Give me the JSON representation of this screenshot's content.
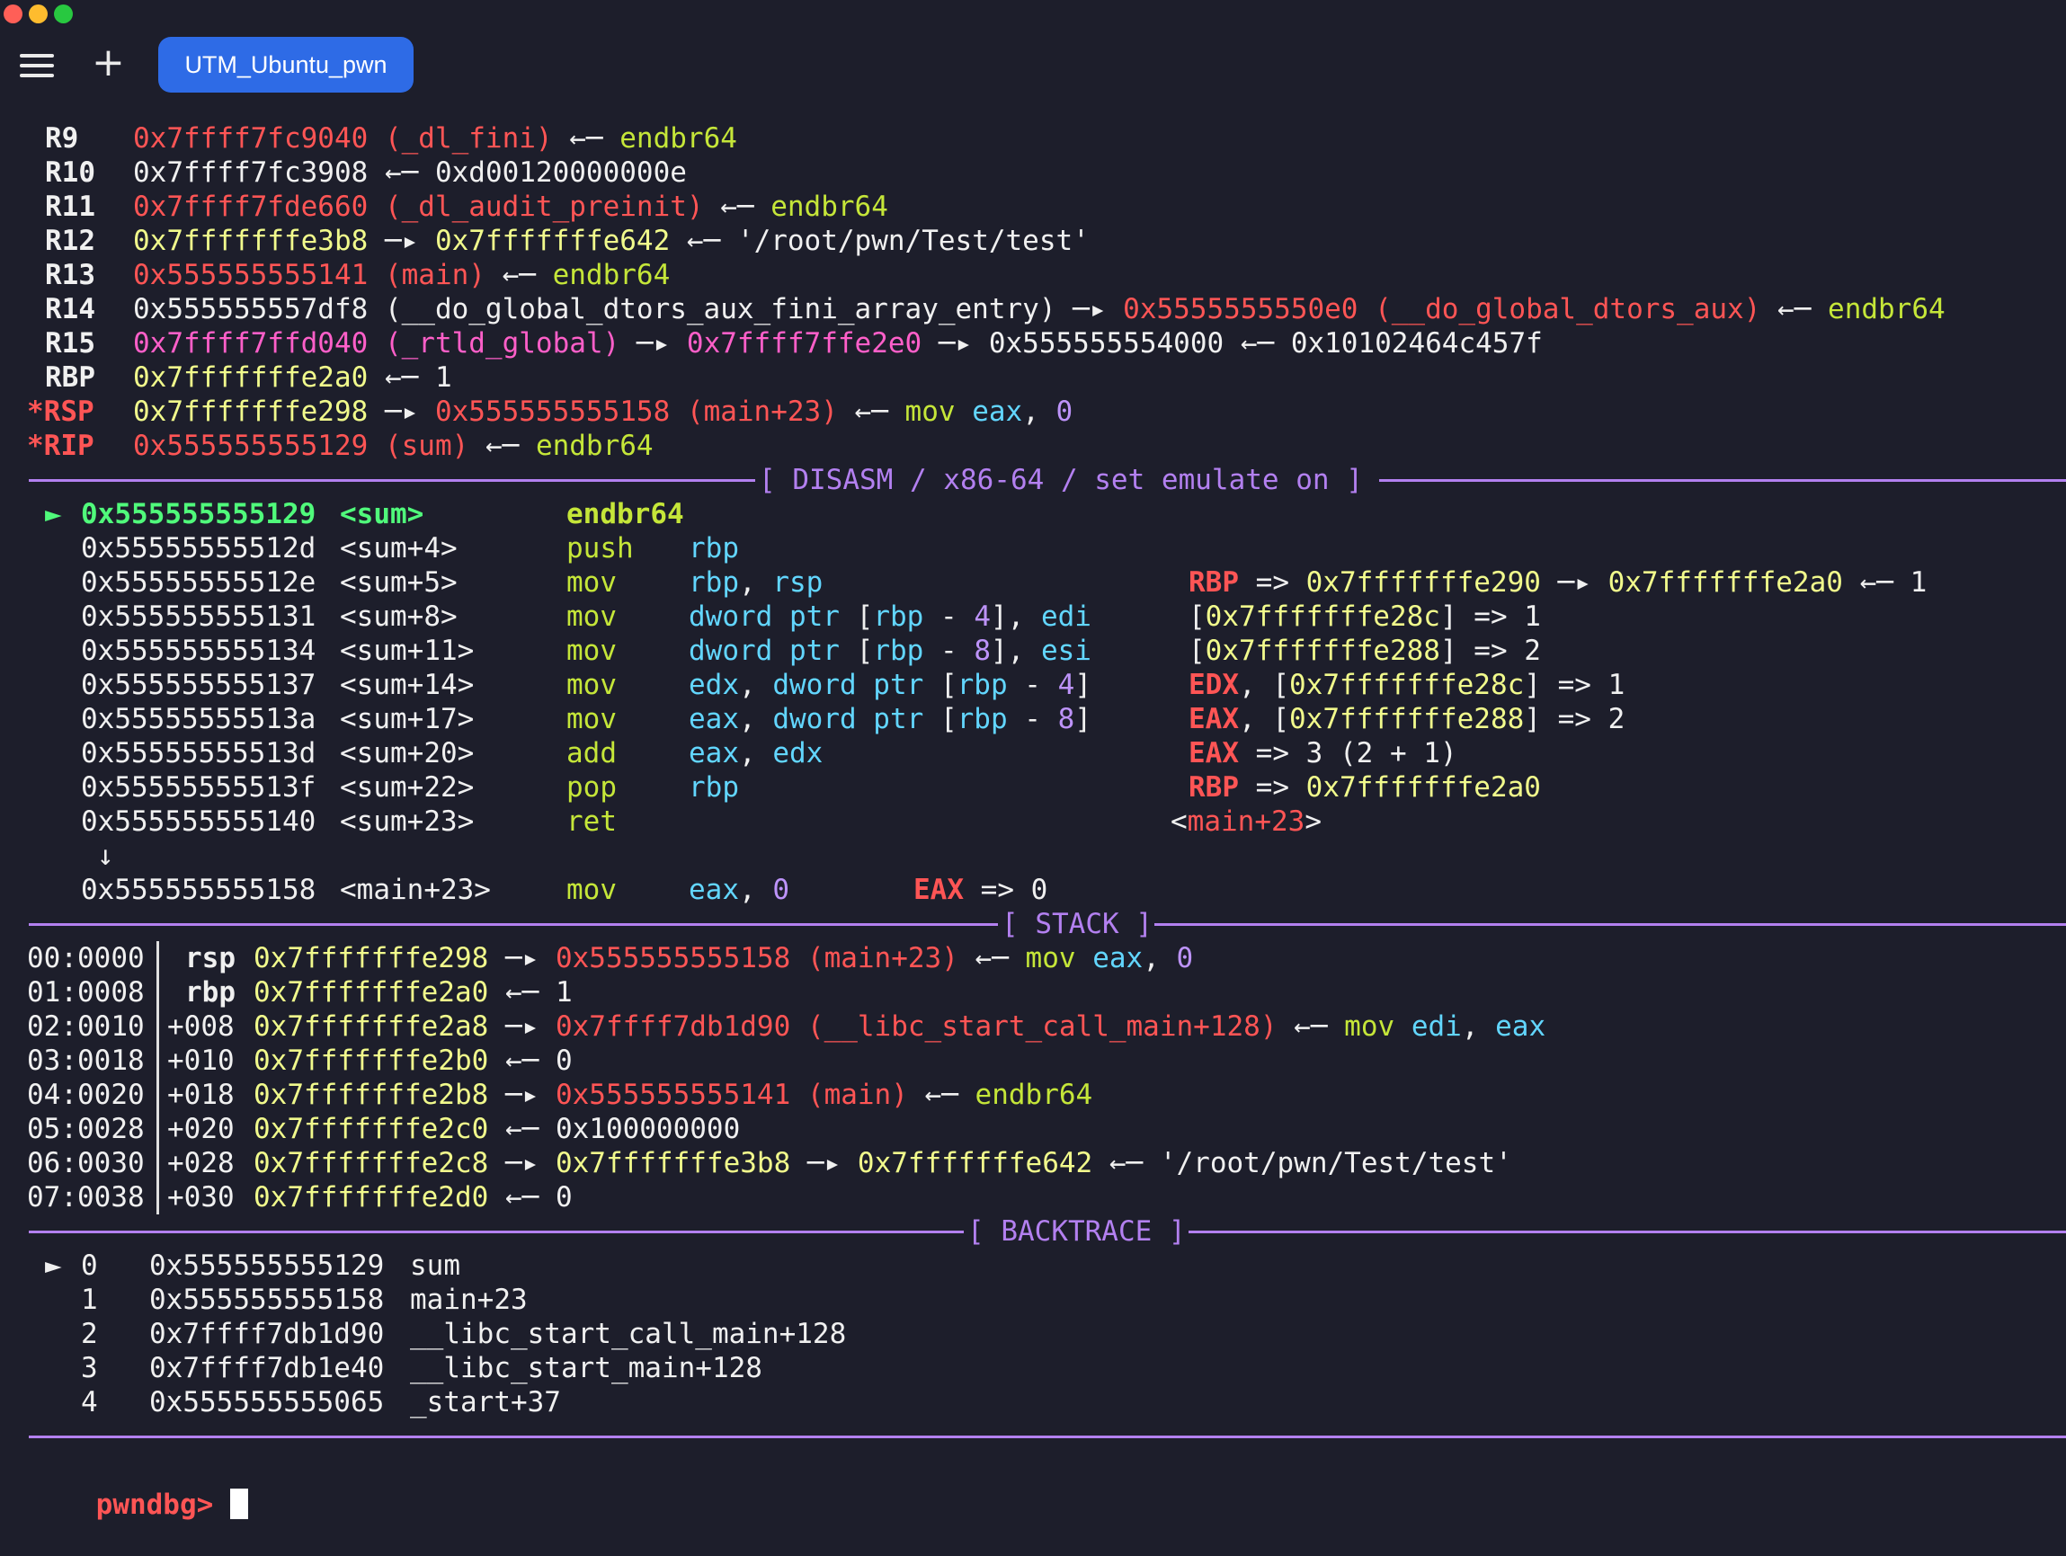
{
  "window": {
    "traffic_lights": [
      "#ff5f57",
      "#febc2e",
      "#28c840"
    ],
    "menu_icon": "hamburger-icon",
    "new_tab_icon": "plus-icon",
    "tab_label": "UTM_Ubuntu_pwn"
  },
  "registers": [
    {
      "name": "R9",
      "mark": false,
      "segs": [
        [
          "0x7ffff7fc9040 (_dl_fini)",
          "r"
        ],
        [
          " ←─ ",
          "w"
        ],
        [
          "endbr64",
          "yg"
        ]
      ]
    },
    {
      "name": "R10",
      "mark": false,
      "segs": [
        [
          "0x7ffff7fc3908",
          "w"
        ],
        [
          " ←─ ",
          "w"
        ],
        [
          "0xd00120000000e",
          "w"
        ]
      ]
    },
    {
      "name": "R11",
      "mark": false,
      "segs": [
        [
          "0x7ffff7fde660 (_dl_audit_preinit)",
          "r"
        ],
        [
          " ←─ ",
          "w"
        ],
        [
          "endbr64",
          "yg"
        ]
      ]
    },
    {
      "name": "R12",
      "mark": false,
      "segs": [
        [
          "0x7fffffffe3b8",
          "y"
        ],
        [
          " ─▸ ",
          "w"
        ],
        [
          "0x7fffffffe642",
          "y"
        ],
        [
          " ←─ ",
          "w"
        ],
        [
          "'/root/pwn/Test/test'",
          "w"
        ]
      ]
    },
    {
      "name": "R13",
      "mark": false,
      "segs": [
        [
          "0x555555555141 (main)",
          "r"
        ],
        [
          " ←─ ",
          "w"
        ],
        [
          "endbr64",
          "yg"
        ]
      ]
    },
    {
      "name": "R14",
      "mark": false,
      "segs": [
        [
          "0x555555557df8 (__do_global_dtors_aux_fini_array_entry)",
          "w"
        ],
        [
          " ─▸ ",
          "w"
        ],
        [
          "0x5555555550e0 (__do_global_dtors_aux)",
          "r"
        ],
        [
          " ←─ ",
          "w"
        ],
        [
          "endbr64",
          "yg"
        ]
      ]
    },
    {
      "name": "R15",
      "mark": false,
      "segs": [
        [
          "0x7ffff7ffd040 (_rtld_global)",
          "pk"
        ],
        [
          " ─▸ ",
          "w"
        ],
        [
          "0x7ffff7ffe2e0",
          "pk"
        ],
        [
          " ─▸ ",
          "w"
        ],
        [
          "0x555555554000",
          "w"
        ],
        [
          " ←─ ",
          "w"
        ],
        [
          "0x10102464c457f",
          "w"
        ]
      ]
    },
    {
      "name": "RBP",
      "mark": false,
      "segs": [
        [
          "0x7fffffffe2a0",
          "y"
        ],
        [
          " ←─ ",
          "w"
        ],
        [
          "1",
          "w"
        ]
      ]
    },
    {
      "name": "*RSP",
      "mark": true,
      "segs": [
        [
          "0x7fffffffe298",
          "y"
        ],
        [
          " ─▸ ",
          "w"
        ],
        [
          "0x555555555158 (main+23)",
          "r"
        ],
        [
          " ←─ ",
          "w"
        ],
        [
          "mov ",
          "yg"
        ],
        [
          "eax",
          "c"
        ],
        [
          ", ",
          "w"
        ],
        [
          "0",
          "p"
        ]
      ]
    },
    {
      "name": "*RIP",
      "mark": true,
      "segs": [
        [
          "0x555555555129 (sum)",
          "r"
        ],
        [
          " ←─ ",
          "w"
        ],
        [
          "endbr64",
          "yg"
        ]
      ]
    }
  ],
  "disasm_header": "[ DISASM / x86-64 / set emulate on ]",
  "disasm": [
    {
      "arrow": "►",
      "addr": "0x555555555129",
      "sym": "<sum>",
      "mnem": "endbr64",
      "current": true,
      "ops": [],
      "note": []
    },
    {
      "arrow": "",
      "addr": "0x55555555512d",
      "sym": "<sum+4>",
      "mnem": "push",
      "ops": [
        [
          "rbp",
          "c"
        ]
      ],
      "note": []
    },
    {
      "arrow": "",
      "addr": "0x55555555512e",
      "sym": "<sum+5>",
      "mnem": "mov",
      "ops": [
        [
          "rbp",
          "c"
        ],
        [
          ", ",
          "w"
        ],
        [
          "rsp",
          "c"
        ]
      ],
      "note": [
        [
          "RBP",
          "rb"
        ],
        [
          " => ",
          "w"
        ],
        [
          "0x7fffffffe290",
          "y"
        ],
        [
          " ─▸ ",
          "w"
        ],
        [
          "0x7fffffffe2a0",
          "y"
        ],
        [
          " ←─ ",
          "w"
        ],
        [
          "1",
          "w"
        ]
      ]
    },
    {
      "arrow": "",
      "addr": "0x555555555131",
      "sym": "<sum+8>",
      "mnem": "mov",
      "ops": [
        [
          "dword ptr ",
          "c"
        ],
        [
          "[",
          "w"
        ],
        [
          "rbp",
          "c"
        ],
        [
          " - ",
          "w"
        ],
        [
          "4",
          "p"
        ],
        [
          "], ",
          "w"
        ],
        [
          "edi",
          "c"
        ]
      ],
      "note": [
        [
          "[",
          "w"
        ],
        [
          "0x7fffffffe28c",
          "y"
        ],
        [
          "] => 1",
          "w"
        ]
      ]
    },
    {
      "arrow": "",
      "addr": "0x555555555134",
      "sym": "<sum+11>",
      "mnem": "mov",
      "ops": [
        [
          "dword ptr ",
          "c"
        ],
        [
          "[",
          "w"
        ],
        [
          "rbp",
          "c"
        ],
        [
          " - ",
          "w"
        ],
        [
          "8",
          "p"
        ],
        [
          "], ",
          "w"
        ],
        [
          "esi",
          "c"
        ]
      ],
      "note": [
        [
          "[",
          "w"
        ],
        [
          "0x7fffffffe288",
          "y"
        ],
        [
          "] => 2",
          "w"
        ]
      ]
    },
    {
      "arrow": "",
      "addr": "0x555555555137",
      "sym": "<sum+14>",
      "mnem": "mov",
      "ops": [
        [
          "edx",
          "c"
        ],
        [
          ", ",
          "w"
        ],
        [
          "dword ptr ",
          "c"
        ],
        [
          "[",
          "w"
        ],
        [
          "rbp",
          "c"
        ],
        [
          " - ",
          "w"
        ],
        [
          "4",
          "p"
        ],
        [
          "]",
          "w"
        ]
      ],
      "note": [
        [
          "EDX",
          "rb"
        ],
        [
          ", [",
          "w"
        ],
        [
          "0x7fffffffe28c",
          "y"
        ],
        [
          "] => 1",
          "w"
        ]
      ]
    },
    {
      "arrow": "",
      "addr": "0x55555555513a",
      "sym": "<sum+17>",
      "mnem": "mov",
      "ops": [
        [
          "eax",
          "c"
        ],
        [
          ", ",
          "w"
        ],
        [
          "dword ptr ",
          "c"
        ],
        [
          "[",
          "w"
        ],
        [
          "rbp",
          "c"
        ],
        [
          " - ",
          "w"
        ],
        [
          "8",
          "p"
        ],
        [
          "]",
          "w"
        ]
      ],
      "note": [
        [
          "EAX",
          "rb"
        ],
        [
          ", [",
          "w"
        ],
        [
          "0x7fffffffe288",
          "y"
        ],
        [
          "] => 2",
          "w"
        ]
      ]
    },
    {
      "arrow": "",
      "addr": "0x55555555513d",
      "sym": "<sum+20>",
      "mnem": "add",
      "ops": [
        [
          "eax",
          "c"
        ],
        [
          ", ",
          "w"
        ],
        [
          "edx",
          "c"
        ]
      ],
      "note": [
        [
          "EAX",
          "rb"
        ],
        [
          " => 3 (2 + 1)",
          "w"
        ]
      ]
    },
    {
      "arrow": "",
      "addr": "0x55555555513f",
      "sym": "<sum+22>",
      "mnem": "pop",
      "ops": [
        [
          "rbp",
          "c"
        ]
      ],
      "note": [
        [
          "RBP",
          "rb"
        ],
        [
          " => ",
          "w"
        ],
        [
          "0x7fffffffe2a0",
          "y"
        ]
      ]
    },
    {
      "arrow": "",
      "addr": "0x555555555140",
      "sym": "<sum+23>",
      "mnem": "ret",
      "ops": [],
      "note": [
        [
          "<",
          "w"
        ],
        [
          "main+23",
          "r"
        ],
        [
          ">",
          "w"
        ]
      ],
      "note_shift": true
    },
    {
      "arrow": "↓",
      "addr": "",
      "sym": "",
      "mnem": "",
      "ops": [],
      "note": [],
      "jump": true
    },
    {
      "arrow": "",
      "addr": "0x555555555158",
      "sym": "<main+23>",
      "mnem": "mov",
      "ops": [
        [
          "eax",
          "c"
        ],
        [
          ", ",
          "w"
        ],
        [
          "0",
          "p"
        ]
      ],
      "note": [
        [
          "EAX",
          "rb"
        ],
        [
          " => 0",
          "w"
        ]
      ],
      "note_near": true
    }
  ],
  "stack_header": "[ STACK ]",
  "stack": [
    {
      "idx": "00:0000",
      "reg": "rsp",
      "segs": [
        [
          "0x7fffffffe298",
          "y"
        ],
        [
          " ─▸ ",
          "w"
        ],
        [
          "0x555555555158 (main+23)",
          "r"
        ],
        [
          " ←─ ",
          "w"
        ],
        [
          "mov ",
          "yg"
        ],
        [
          "eax",
          "c"
        ],
        [
          ", ",
          "w"
        ],
        [
          "0",
          "p"
        ]
      ]
    },
    {
      "idx": "01:0008",
      "reg": "rbp",
      "segs": [
        [
          "0x7fffffffe2a0",
          "y"
        ],
        [
          " ←─ ",
          "w"
        ],
        [
          "1",
          "w"
        ]
      ]
    },
    {
      "idx": "02:0010",
      "reg": "+008",
      "segs": [
        [
          "0x7fffffffe2a8",
          "y"
        ],
        [
          " ─▸ ",
          "w"
        ],
        [
          "0x7ffff7db1d90 (__libc_start_call_main+128)",
          "r"
        ],
        [
          " ←─ ",
          "w"
        ],
        [
          "mov ",
          "yg"
        ],
        [
          "edi",
          "c"
        ],
        [
          ", ",
          "w"
        ],
        [
          "eax",
          "c"
        ]
      ]
    },
    {
      "idx": "03:0018",
      "reg": "+010",
      "segs": [
        [
          "0x7fffffffe2b0",
          "y"
        ],
        [
          " ←─ ",
          "w"
        ],
        [
          "0",
          "w"
        ]
      ]
    },
    {
      "idx": "04:0020",
      "reg": "+018",
      "segs": [
        [
          "0x7fffffffe2b8",
          "y"
        ],
        [
          " ─▸ ",
          "w"
        ],
        [
          "0x555555555141 (main)",
          "r"
        ],
        [
          " ←─ ",
          "w"
        ],
        [
          "endbr64",
          "yg"
        ]
      ]
    },
    {
      "idx": "05:0028",
      "reg": "+020",
      "segs": [
        [
          "0x7fffffffe2c0",
          "y"
        ],
        [
          " ←─ ",
          "w"
        ],
        [
          "0x100000000",
          "w"
        ]
      ]
    },
    {
      "idx": "06:0030",
      "reg": "+028",
      "segs": [
        [
          "0x7fffffffe2c8",
          "y"
        ],
        [
          " ─▸ ",
          "w"
        ],
        [
          "0x7fffffffe3b8",
          "y"
        ],
        [
          " ─▸ ",
          "w"
        ],
        [
          "0x7fffffffe642",
          "y"
        ],
        [
          " ←─ ",
          "w"
        ],
        [
          "'/root/pwn/Test/test'",
          "w"
        ]
      ]
    },
    {
      "idx": "07:0038",
      "reg": "+030",
      "segs": [
        [
          "0x7fffffffe2d0",
          "y"
        ],
        [
          " ←─ ",
          "w"
        ],
        [
          "0",
          "w"
        ]
      ]
    }
  ],
  "backtrace_header": "[ BACKTRACE ]",
  "backtrace": [
    {
      "arrow": "►",
      "num": "0",
      "addr": "0x555555555129",
      "sym": "sum"
    },
    {
      "arrow": "",
      "num": "1",
      "addr": "0x555555555158",
      "sym": "main+23"
    },
    {
      "arrow": "",
      "num": "2",
      "addr": "0x7ffff7db1d90",
      "sym": "__libc_start_call_main+128"
    },
    {
      "arrow": "",
      "num": "3",
      "addr": "0x7ffff7db1e40",
      "sym": "__libc_start_main+128"
    },
    {
      "arrow": "",
      "num": "4",
      "addr": "0x555555555065",
      "sym": "_start+37"
    }
  ],
  "prompt": "pwndbg>"
}
